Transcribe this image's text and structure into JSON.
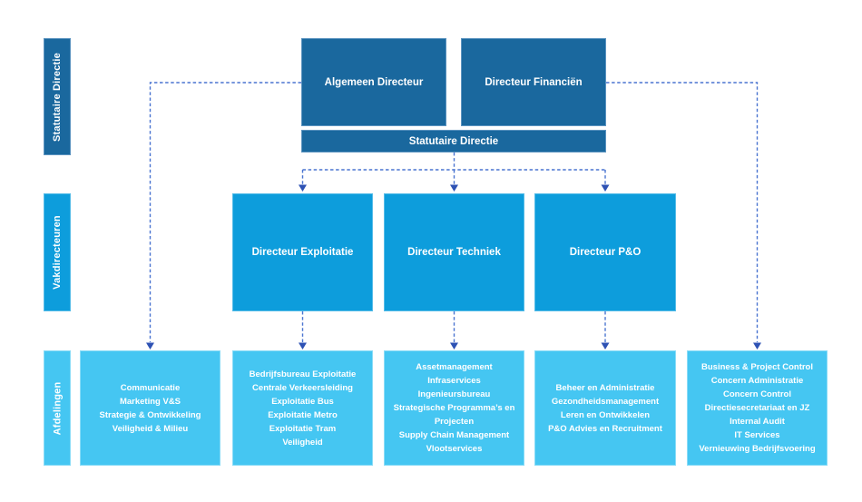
{
  "lanes": [
    {
      "label": "Statutaire Directie"
    },
    {
      "label": "Vakdirecteuren"
    },
    {
      "label": "Afdelingen"
    }
  ],
  "statutory": {
    "members": [
      {
        "label": "Algemeen Directeur"
      },
      {
        "label": "Directeur Financiën"
      }
    ],
    "banner": "Statutaire Directie"
  },
  "directors": [
    {
      "label": "Directeur Exploitatie"
    },
    {
      "label": "Directeur Techniek"
    },
    {
      "label": "Directeur P&O"
    }
  ],
  "departments": [
    {
      "lines": [
        "Communicatie",
        "Marketing V&S",
        "Strategie & Ontwikkeling",
        "Veiligheid & Milieu"
      ]
    },
    {
      "lines": [
        "Bedrijfsbureau Exploitatie",
        "Centrale Verkeersleiding",
        "Exploitatie Bus",
        "Exploitatie Metro",
        "Exploitatie Tram",
        "Veiligheid"
      ]
    },
    {
      "lines": [
        "Assetmanagement",
        "Infraservices",
        "Ingenieursbureau",
        "Strategische Programma’s en Projecten",
        "Supply Chain Management",
        "Vlootservices"
      ]
    },
    {
      "lines": [
        "Beheer en Administratie",
        "Gezondheidsmanagement",
        "Leren en Ontwikkelen",
        "P&O Advies en Recruitment"
      ]
    },
    {
      "lines": [
        "Business & Project Control",
        "Concern Administratie",
        "Concern Control",
        "Directiesecretariaat en JZ",
        "Internal Audit",
        "IT Services",
        "Vernieuwing Bedrijfsvoering"
      ]
    }
  ],
  "colors": {
    "dark_blue": "#1A689E",
    "medium_blue": "#0D9DDC",
    "light_blue": "#45C6F2",
    "connector_blue": "#4a74d0",
    "arrow_blue": "#2e52b4",
    "text_white": "#ffffff"
  }
}
